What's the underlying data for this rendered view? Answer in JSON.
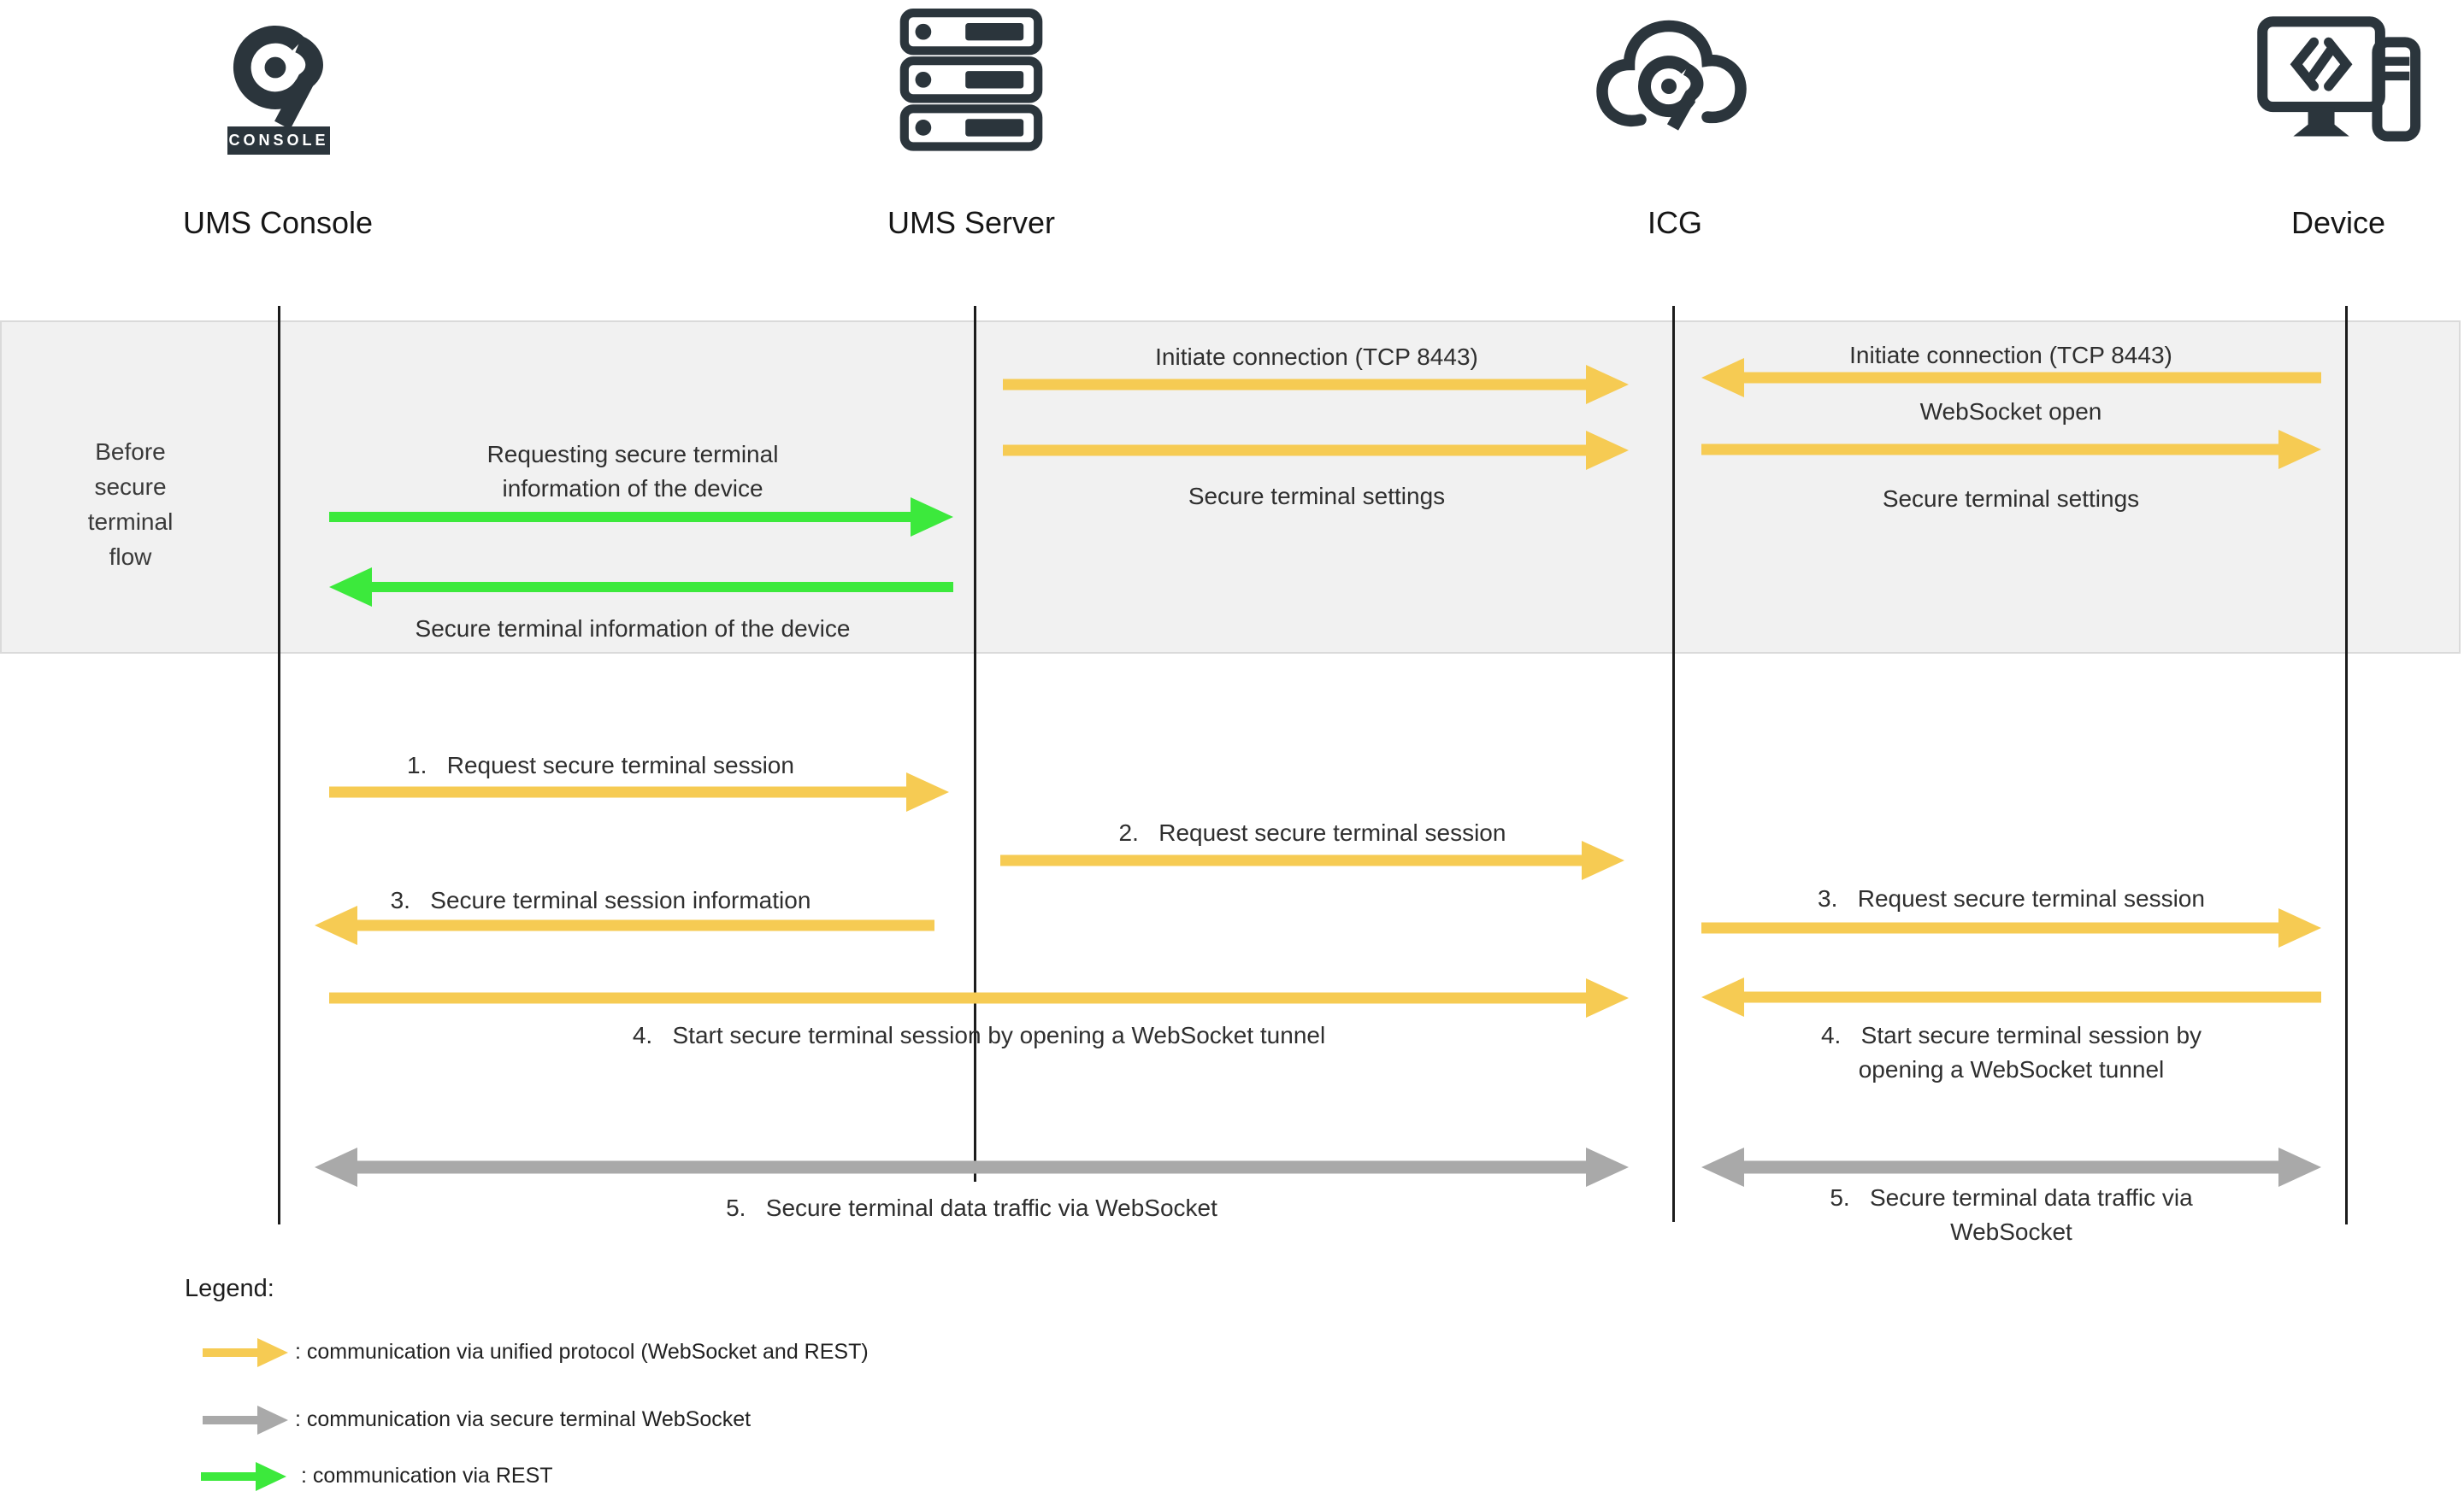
{
  "colors": {
    "yellow": "#F6CB53",
    "green": "#3CE93C",
    "gray": "#A9A9A9",
    "dark": "#2B353C",
    "band_bg": "#F1F1F1",
    "band_border": "#DADADA",
    "lifeline": "#1C1C1C"
  },
  "entities": {
    "console": {
      "label": "UMS Console"
    },
    "server": {
      "label": "UMS Server"
    },
    "icg": {
      "label": "ICG"
    },
    "device": {
      "label": "Device"
    }
  },
  "console_badge": "CONSOLE",
  "band": {
    "flow_label": "Before\nsecure\nterminal\nflow",
    "messages": {
      "req_info": "Requesting secure terminal\ninformation of the device",
      "info": "Secure terminal information of the device",
      "initiate_ums": "Initiate connection (TCP 8443)",
      "settings_ums": "Secure terminal settings",
      "initiate_dev": "Initiate connection (TCP 8443)",
      "ws_open": "WebSocket open",
      "settings_dev": "Secure terminal settings"
    }
  },
  "steps": {
    "s1": "1.   Request secure terminal session",
    "s2": "2.   Request secure terminal session",
    "s3_console": "3.   Secure terminal session information",
    "s3_device": "3.   Request secure terminal session",
    "s4_long": "4.   Start secure terminal session by opening a WebSocket tunnel",
    "s4_device": "4.   Start secure terminal session by\nopening a WebSocket tunnel",
    "s5_long": "5.   Secure terminal data traffic via WebSocket",
    "s5_device": "5.   Secure terminal data traffic via\nWebSocket"
  },
  "legend": {
    "title": "Legend:",
    "items": [
      {
        "arrow": "yellow-arrow",
        "text": ": communication via unified protocol (WebSocket and REST)"
      },
      {
        "arrow": "gray-arrow",
        "text": ": communication via secure terminal WebSocket"
      },
      {
        "arrow": "green-arrow",
        "text": ": communication via REST"
      }
    ]
  }
}
